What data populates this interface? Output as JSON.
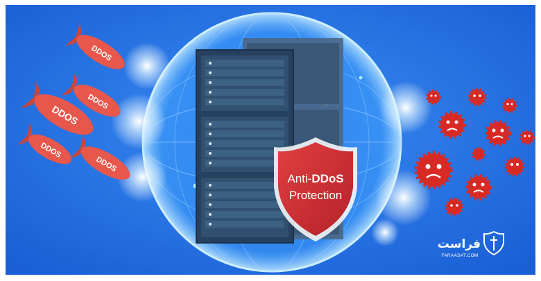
{
  "banner": {
    "bomb_label": "DDOS",
    "shield": {
      "line1_prefix": "Anti-",
      "line1_strong": "DDoS",
      "line2": "Protection"
    },
    "brand": {
      "name": "فراست",
      "domain": "FARAASAT.COM",
      "icon": "shield-sword-icon"
    },
    "colors": {
      "background": "#1f6fe0",
      "frame": "#ffffff",
      "bomb": "#e8574b",
      "virus": "#d82a25",
      "shield": "#cf2a2f",
      "server": "#2f4e72"
    }
  }
}
